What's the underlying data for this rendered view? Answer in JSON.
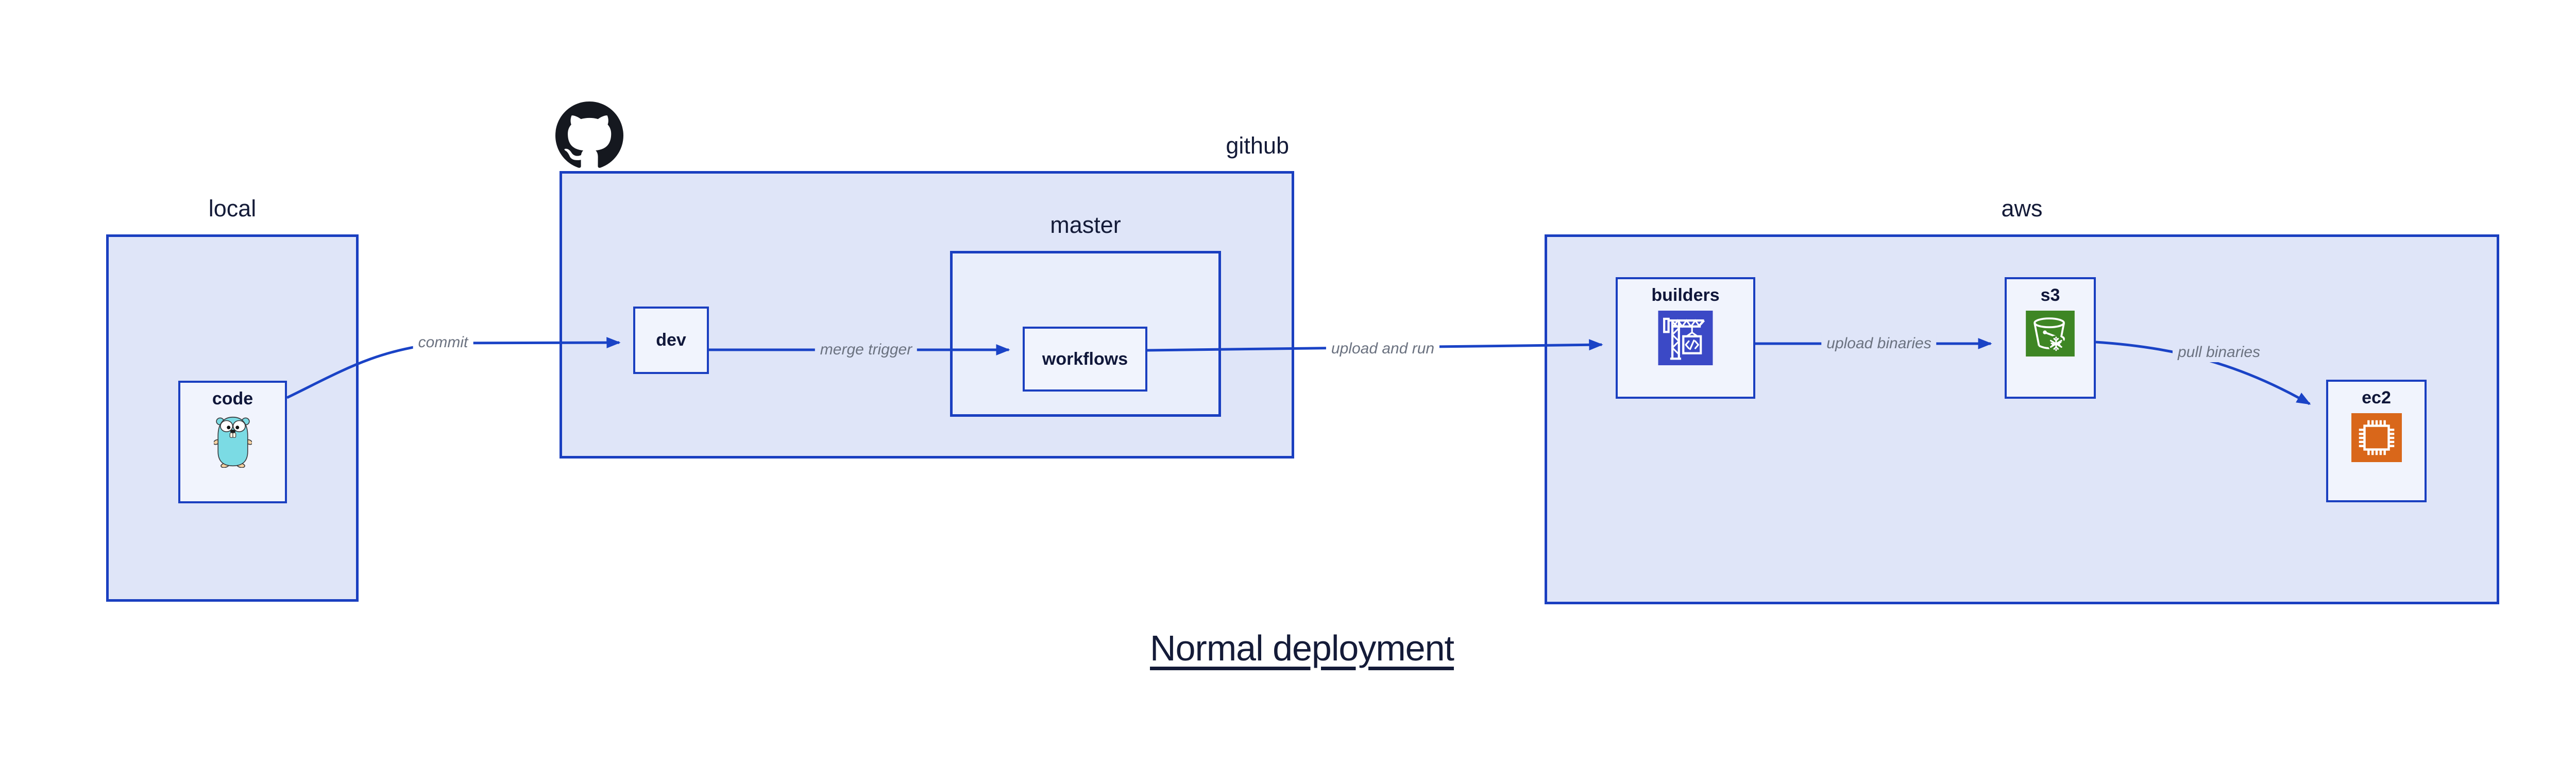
{
  "title": {
    "text": "Normal deployment"
  },
  "colors": {
    "page_background": "#ffffff",
    "container_fill": "#dfe5f8",
    "inner_container_fill": "#e9eefb",
    "node_fill": "#f1f4fd",
    "stroke_blue": "#1a3fc0",
    "arrow_blue": "#1a43c6",
    "label_navy": "#141b38",
    "edge_label_gray": "#6b7280",
    "codebuild_indigo": "#3b49c6",
    "s3_green": "#3e8624",
    "ec2_orange": "#d9671a",
    "gopher_teal": "#7bdbe4",
    "octocat_black": "#15181f"
  },
  "containers": [
    {
      "id": "local",
      "label": "local"
    },
    {
      "id": "github",
      "label": "github",
      "logo_icon": "github-octocat-icon"
    },
    {
      "id": "master",
      "label": "master"
    },
    {
      "id": "aws",
      "label": "aws"
    }
  ],
  "nodes": [
    {
      "id": "code",
      "label": "code",
      "icon": "go-gopher-icon"
    },
    {
      "id": "dev",
      "label": "dev"
    },
    {
      "id": "workflows",
      "label": "workflows"
    },
    {
      "id": "builders",
      "label": "builders",
      "icon": "codebuild-crane-icon"
    },
    {
      "id": "s3",
      "label": "s3",
      "icon": "s3-glacier-bucket-icon"
    },
    {
      "id": "ec2",
      "label": "ec2",
      "icon": "ec2-chip-icon"
    }
  ],
  "edges": [
    {
      "from": "code",
      "to": "dev",
      "label": "commit"
    },
    {
      "from": "dev",
      "to": "workflows",
      "label": "merge trigger"
    },
    {
      "from": "workflows",
      "to": "builders",
      "label": "upload and run"
    },
    {
      "from": "builders",
      "to": "s3",
      "label": "upload binaries"
    },
    {
      "from": "s3",
      "to": "ec2",
      "label": "pull binaries"
    }
  ]
}
